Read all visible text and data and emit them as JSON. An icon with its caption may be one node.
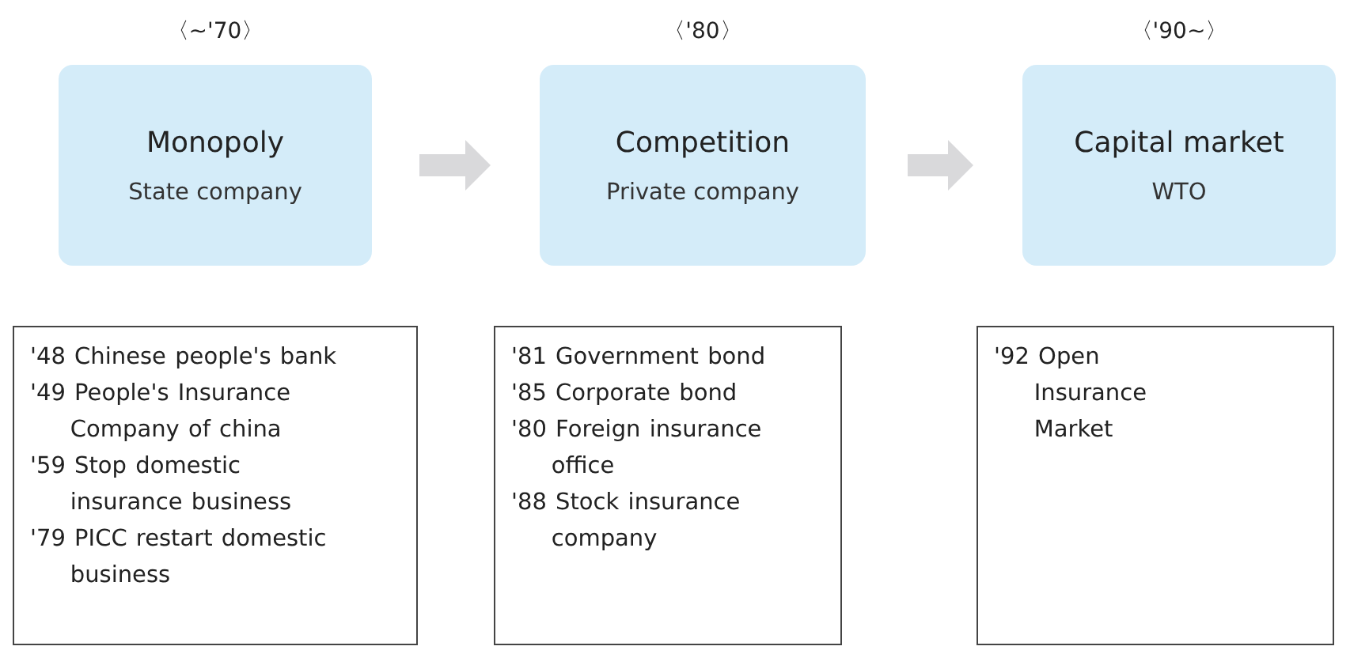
{
  "diagram": {
    "nodes": [
      {
        "text": [
          "Monopoly",
          "State company"
        ],
        "beside": [
          "〈~'70〉"
        ]
      },
      {
        "text": [
          "Competition",
          "Private company"
        ],
        "beside": [
          "〈'80〉"
        ]
      },
      {
        "text": [
          "Capital market",
          "WTO"
        ],
        "beside": [
          "〈'90~〉"
        ]
      },
      {
        "text": [
          "'48 Chinese people's bank",
          "'49 People's Insurance Company of china",
          "'59 Stop domestic insurance business",
          "'79 PICC restart domestic business"
        ]
      },
      {
        "text": [
          "'81 Government bond",
          "'85 Corporate bond",
          "'80 Foreign insurance office",
          "'88 Stock insurance company"
        ]
      },
      {
        "text": [
          "'92 Open Insurance Market"
        ]
      }
    ],
    "edges": [
      {
        "from": 0,
        "to": 1,
        "arrow": "to"
      },
      {
        "from": 1,
        "to": 2,
        "arrow": "to"
      }
    ]
  }
}
